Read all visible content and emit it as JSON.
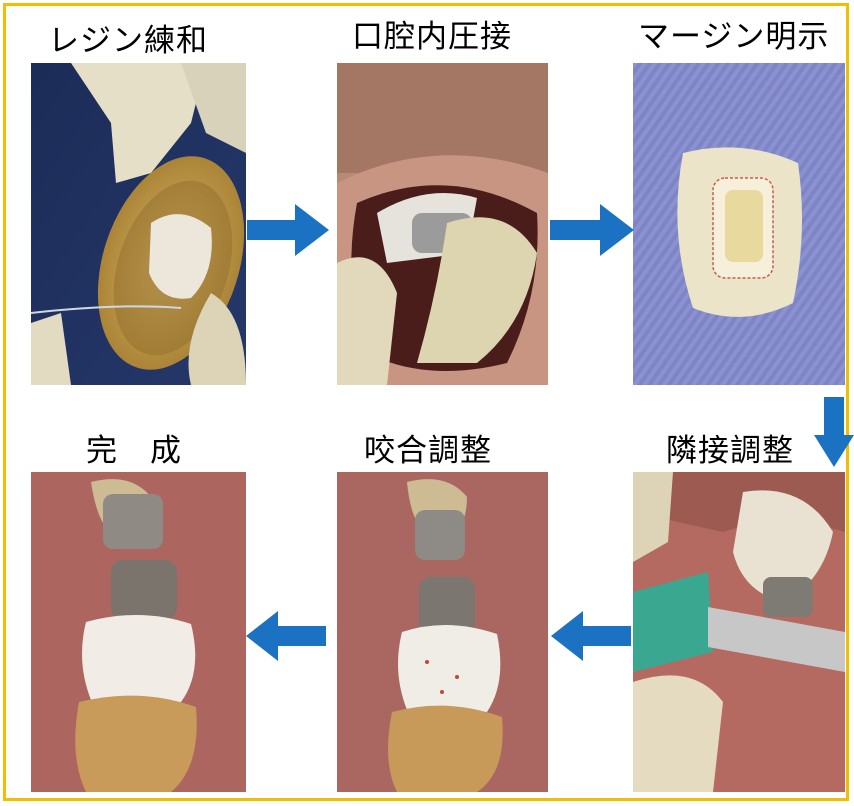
{
  "steps": {
    "s1": {
      "label": "レジン練和"
    },
    "s2": {
      "label": "口腔内圧接"
    },
    "s3": {
      "label": "マージン明示"
    },
    "s4": {
      "label": "隣接調整"
    },
    "s5": {
      "label": "咬合調整"
    },
    "s6": {
      "label": "完　成"
    }
  },
  "colors": {
    "frame": "#f2bf00",
    "arrow": "#1b72c3"
  },
  "arrows": [
    "arrow-right",
    "arrow-right",
    "arrow-down",
    "arrow-left",
    "arrow-left"
  ]
}
